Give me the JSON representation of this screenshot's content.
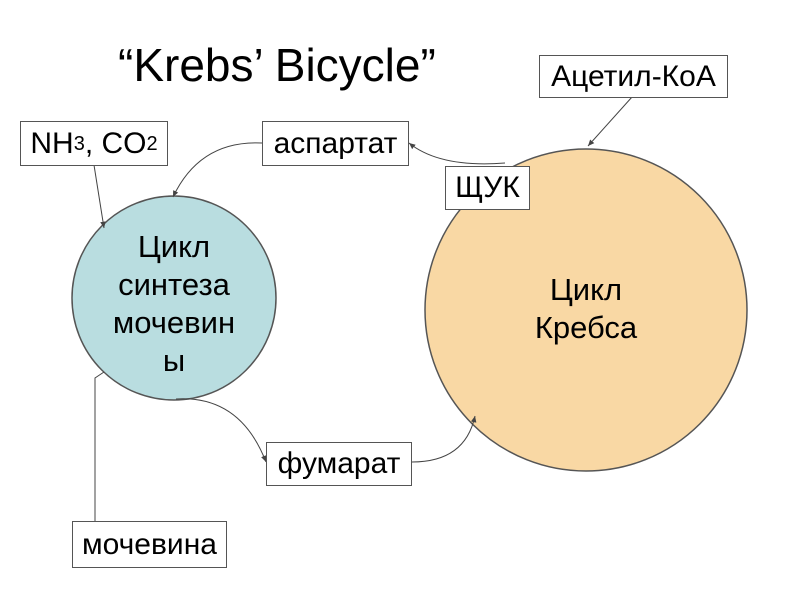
{
  "title": "“Krebs’ Bicycle”",
  "nodes": {
    "acetyl_coa": "Ацетил-КоА",
    "nh3_co2": {
      "part1": "NH",
      "sub1": "3",
      "part2": ", CO",
      "sub2": "2"
    },
    "aspartate": "аспартат",
    "oxaloacetate": "ЩУК",
    "fumarate": "фумарат",
    "urea": "мочевина"
  },
  "cycles": {
    "urea_cycle": {
      "lines": [
        "Цикл",
        "синтеза",
        "мочевин",
        "ы"
      ],
      "color": "#b9dde0"
    },
    "krebs_cycle": {
      "lines": [
        "Цикл",
        "Кребса"
      ],
      "color": "#f9d8a4"
    }
  }
}
